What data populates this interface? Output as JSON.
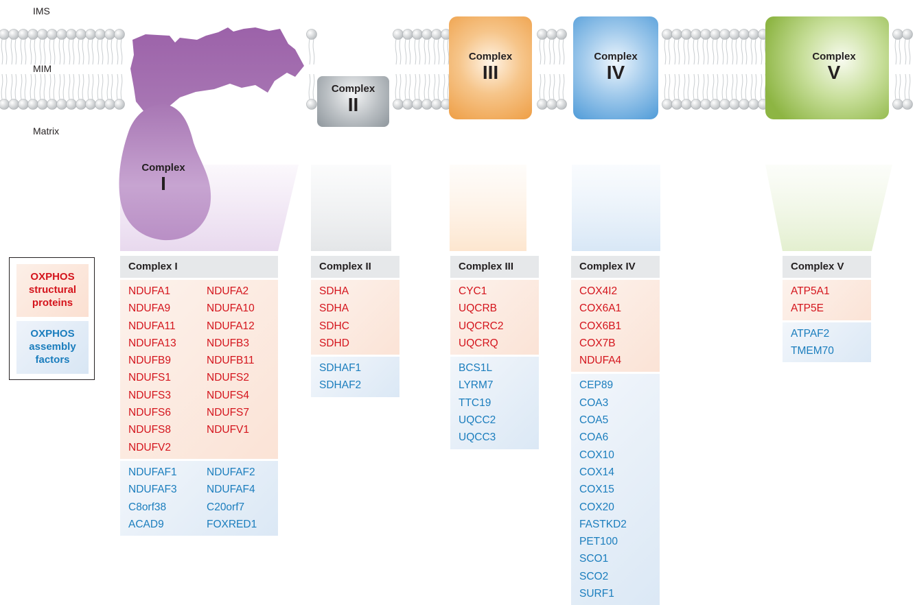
{
  "compartments": {
    "ims": "IMS",
    "mim": "MIM",
    "matrix": "Matrix"
  },
  "complex_word": "Complex",
  "colors": {
    "complex1": "#a874b4",
    "complex2": "#8e969c",
    "complex3": "#f0a44e",
    "complex4": "#5aa2dc",
    "complex5": "#8db543",
    "structural_text": "#d4141c",
    "assembly_text": "#1a7dbd"
  },
  "legend": {
    "structural": [
      "OXPHOS",
      "structural",
      "proteins"
    ],
    "assembly": [
      "OXPHOS",
      "assembly",
      "factors"
    ]
  },
  "complexes": [
    {
      "numeral": "I",
      "header": "Complex I",
      "structural": [
        "NDUFA1",
        "NDUFA2",
        "NDUFA9",
        "NDUFA10",
        "NDUFA11",
        "NDUFA12",
        "NDUFA13",
        "NDUFB3",
        "NDUFB9",
        "NDUFB11",
        "NDUFS1",
        "NDUFS2",
        "NDUFS3",
        "NDUFS4",
        "NDUFS6",
        "NDUFS7",
        "NDUFS8",
        "NDUFV1",
        "NDUFV2"
      ],
      "assembly": [
        "NDUFAF1",
        "NDUFAF2",
        "NDUFAF3",
        "NDUFAF4",
        "C8orf38",
        "C20orf7",
        "ACAD9",
        "FOXRED1"
      ]
    },
    {
      "numeral": "II",
      "header": "Complex II",
      "structural": [
        "SDHA",
        "SDHA",
        "SDHC",
        "SDHD"
      ],
      "assembly": [
        "SDHAF1",
        "SDHAF2"
      ]
    },
    {
      "numeral": "III",
      "header": "Complex III",
      "structural": [
        "CYC1",
        "UQCRB",
        "UQCRC2",
        "UQCRQ"
      ],
      "assembly": [
        "BCS1L",
        "LYRM7",
        "TTC19",
        "UQCC2",
        "UQCC3"
      ]
    },
    {
      "numeral": "IV",
      "header": "Complex IV",
      "structural": [
        "COX4I2",
        "COX6A1",
        "COX6B1",
        "COX7B",
        "NDUFA4"
      ],
      "assembly": [
        "CEP89",
        "COA3",
        "COA5",
        "COA6",
        "COX10",
        "COX14",
        "COX15",
        "COX20",
        "FASTKD2",
        "PET100",
        "SCO1",
        "SCO2",
        "SURF1"
      ]
    },
    {
      "numeral": "V",
      "header": "Complex V",
      "structural": [
        "ATP5A1",
        "ATP5E"
      ],
      "assembly": [
        "ATPAF2",
        "TMEM70"
      ]
    }
  ]
}
